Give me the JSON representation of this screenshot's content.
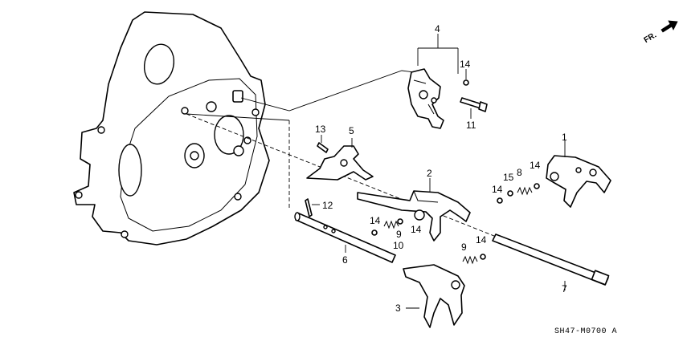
{
  "callouts": {
    "c1": "1",
    "c2": "2",
    "c3": "3",
    "c4": "4",
    "c5": "5",
    "c6": "6",
    "c7": "7",
    "c8": "8",
    "c9a": "9",
    "c9b": "9",
    "c10": "10",
    "c11": "11",
    "c12": "12",
    "c13": "13",
    "c14a": "14",
    "c14b": "14",
    "c14c": "14",
    "c14d": "14",
    "c14e": "14",
    "c14f": "14",
    "c15": "15"
  },
  "direction": {
    "label": "FR."
  },
  "diagram_code": "SH47-M0700 A"
}
